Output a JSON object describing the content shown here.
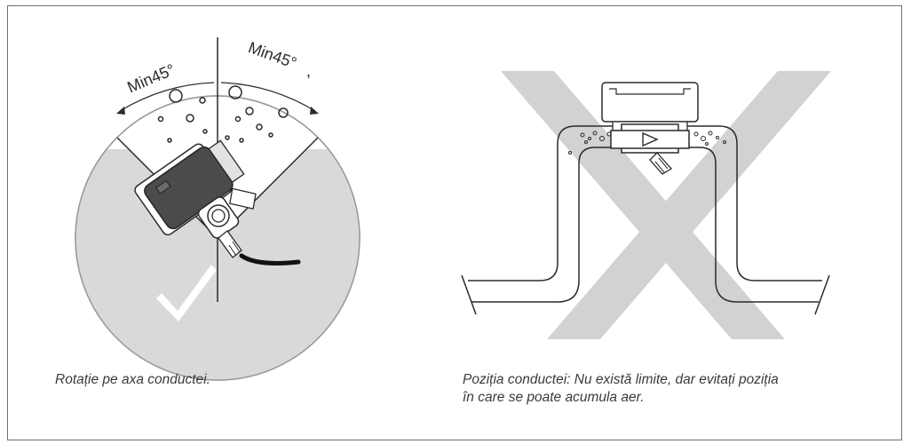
{
  "left_panel": {
    "angle_label_left": "Min45°",
    "angle_label_right": "Min45°",
    "caption": "Rotație pe axa conductei."
  },
  "right_panel": {
    "caption_line1": "Poziția conductei: Nu există limite, dar evitați poziția",
    "caption_line2": "în care se poate acumula aer."
  },
  "colors": {
    "circle_fill": "#d9d9d9",
    "cross_fill": "#d2d2d2",
    "meter_body": "#4b4b4b",
    "frame": "#6d6f71"
  }
}
